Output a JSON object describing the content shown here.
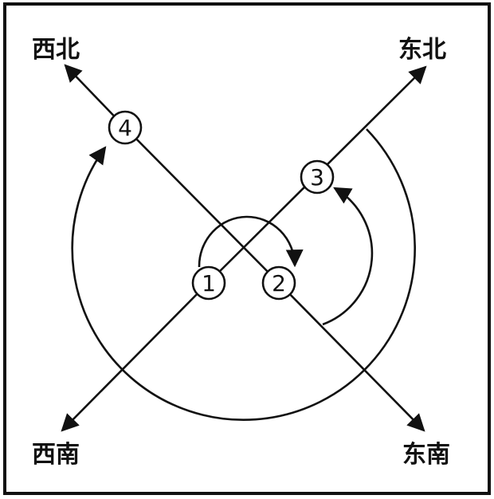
{
  "directions": {
    "northwest": "西北",
    "northeast": "东北",
    "southwest": "西南",
    "southeast": "东南"
  },
  "nodes": [
    "1",
    "2",
    "3",
    "4"
  ]
}
